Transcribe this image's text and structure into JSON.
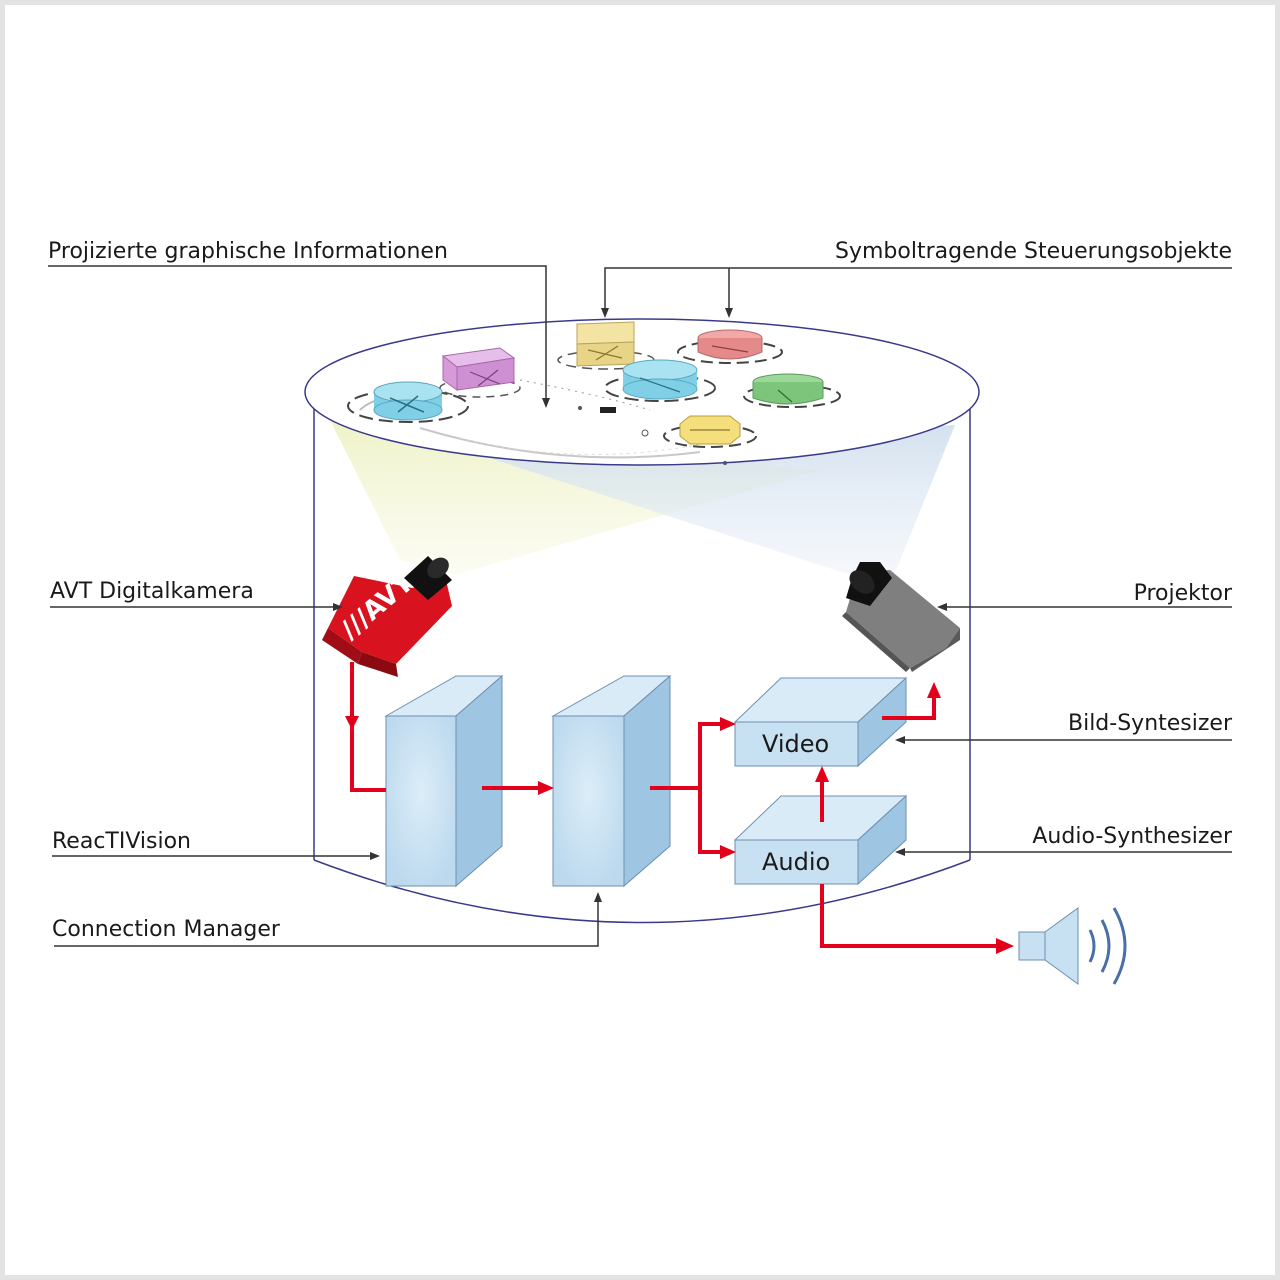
{
  "labels": {
    "projected_info": "Projizierte graphische Informationen",
    "control_objects": "Symboltragende Steuerungsobjekte",
    "camera": "AVT Digitalkamera",
    "projector": "Projektor",
    "image_synth": "Bild-Syntesizer",
    "audio_synth": "Audio-Synthesizer",
    "reactivision": "ReacTIVision",
    "connection_manager": "Connection Manager"
  },
  "boxes": {
    "video": "Video",
    "audio": "Audio"
  },
  "camera_logo": "///AVT",
  "colors": {
    "flow": "#e3001b",
    "box_front": "#c7e0f2",
    "box_side": "#9ec6e3",
    "box_top": "#d9ebf7",
    "cylinder": "#3a3a8c",
    "camera": "#d8121f",
    "projector": "#808080"
  },
  "icons": [
    "camera-icon",
    "projector-icon",
    "speaker-icon"
  ]
}
